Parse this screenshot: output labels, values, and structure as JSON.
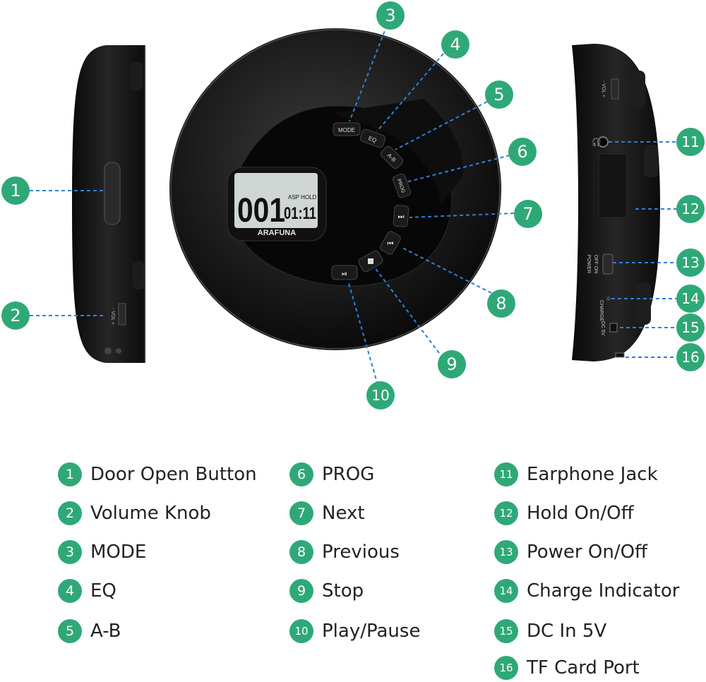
{
  "device": {
    "display_track": "001",
    "display_time": "01:11",
    "display_flags": "ASP HOLD",
    "brand": "ARAFUNA",
    "buttons": {
      "mode": "MODE",
      "eq": "EQ",
      "ab": "A-B",
      "prog": "PROG"
    },
    "side_left": {
      "vol": "- VOL +"
    },
    "side_right": {
      "vol": "- VOL +",
      "power_title": "POWER",
      "power_off_on": "OFF   ON",
      "charge": "CHARGE",
      "dc": "DC 5V"
    }
  },
  "callouts": [
    "1",
    "2",
    "3",
    "4",
    "5",
    "6",
    "7",
    "8",
    "9",
    "10",
    "11",
    "12",
    "13",
    "14",
    "15",
    "16"
  ],
  "legend": [
    {
      "num": "1",
      "label": "Door Open Button"
    },
    {
      "num": "2",
      "label": "Volume Knob"
    },
    {
      "num": "3",
      "label": "MODE"
    },
    {
      "num": "4",
      "label": "EQ"
    },
    {
      "num": "5",
      "label": "A-B"
    },
    {
      "num": "6",
      "label": "PROG"
    },
    {
      "num": "7",
      "label": "Next"
    },
    {
      "num": "8",
      "label": "Previous"
    },
    {
      "num": "9",
      "label": "Stop"
    },
    {
      "num": "10",
      "label": "Play/Pause"
    },
    {
      "num": "11",
      "label": "Earphone Jack"
    },
    {
      "num": "12",
      "label": "Hold On/Off"
    },
    {
      "num": "13",
      "label": "Power On/Off"
    },
    {
      "num": "14",
      "label": "Charge Indicator"
    },
    {
      "num": "15",
      "label": "DC In 5V"
    },
    {
      "num": "16",
      "label": "TF Card Port"
    }
  ],
  "colors": {
    "accent": "#2fa878",
    "leader": "#2f7fd6",
    "body": "#151515",
    "screen": "#cfd6d4"
  }
}
